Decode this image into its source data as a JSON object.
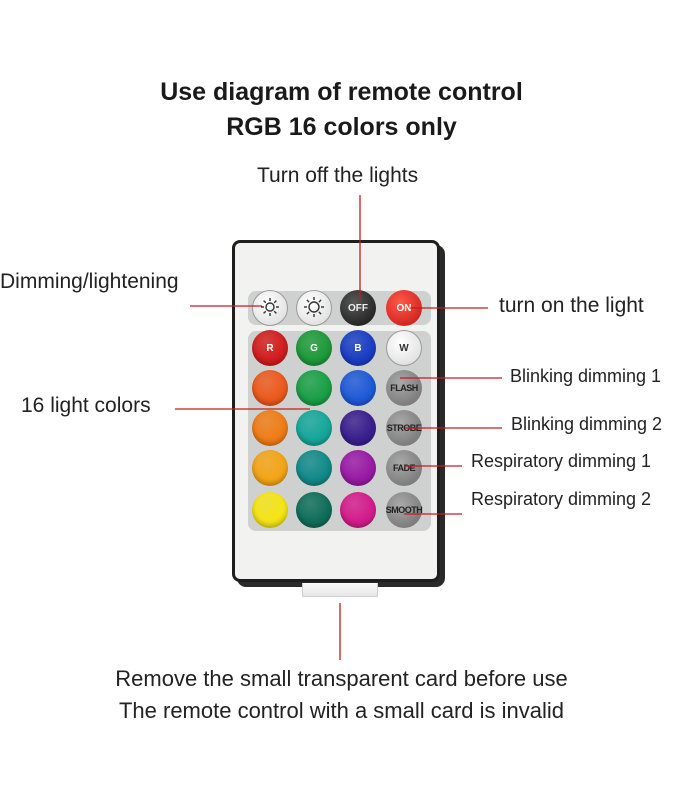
{
  "title": {
    "line1": "Use diagram of remote control",
    "line2": "RGB 16 colors only"
  },
  "labels": {
    "off": "Turn off the lights",
    "dimming": "Dimming/lightening",
    "on": "turn on the light",
    "blink1": "Blinking dimming 1",
    "colors16": "16 light colors",
    "blink2": "Blinking dimming 2",
    "resp1": "Respiratory dimming 1",
    "resp2": "Respiratory dimming 2"
  },
  "remote": {
    "top_row": [
      {
        "name": "brightness-down",
        "icon": "sun-small-icon",
        "text": "",
        "style": "white"
      },
      {
        "name": "brightness-up",
        "icon": "sun-large-icon",
        "text": "",
        "style": "white"
      },
      {
        "name": "off",
        "text": "OFF",
        "style": "dark"
      },
      {
        "name": "on",
        "text": "ON",
        "style": "red"
      }
    ],
    "color_rows": [
      [
        {
          "text": "R",
          "color": "#d21e1e"
        },
        {
          "text": "G",
          "color": "#1e9b3a"
        },
        {
          "text": "B",
          "color": "#1a3fc4"
        },
        {
          "text": "W",
          "color": "#ffffff"
        }
      ],
      [
        {
          "text": "",
          "color": "#ec5a1c"
        },
        {
          "text": "",
          "color": "#1aa047"
        },
        {
          "text": "",
          "color": "#1f5ad8"
        },
        {
          "text": "FLASH",
          "color": "grey"
        }
      ],
      [
        {
          "text": "",
          "color": "#f07d16"
        },
        {
          "text": "",
          "color": "#16a79a"
        },
        {
          "text": "",
          "color": "#3a1f8e"
        },
        {
          "text": "STROBE",
          "color": "grey"
        }
      ],
      [
        {
          "text": "",
          "color": "#f5a515"
        },
        {
          "text": "",
          "color": "#128a8a"
        },
        {
          "text": "",
          "color": "#9a1aa6"
        },
        {
          "text": "FADE",
          "color": "grey"
        }
      ],
      [
        {
          "text": "",
          "color": "#f6e515"
        },
        {
          "text": "",
          "color": "#0f6e5a"
        },
        {
          "text": "",
          "color": "#d41c8c"
        },
        {
          "text": "SMOOTH",
          "color": "grey"
        }
      ]
    ]
  },
  "bottom": {
    "line1": "Remove the small transparent card before use",
    "line2": "The remote control with a small card is invalid"
  },
  "colors": {
    "leader": "#c21d1d",
    "text": "#222222"
  }
}
